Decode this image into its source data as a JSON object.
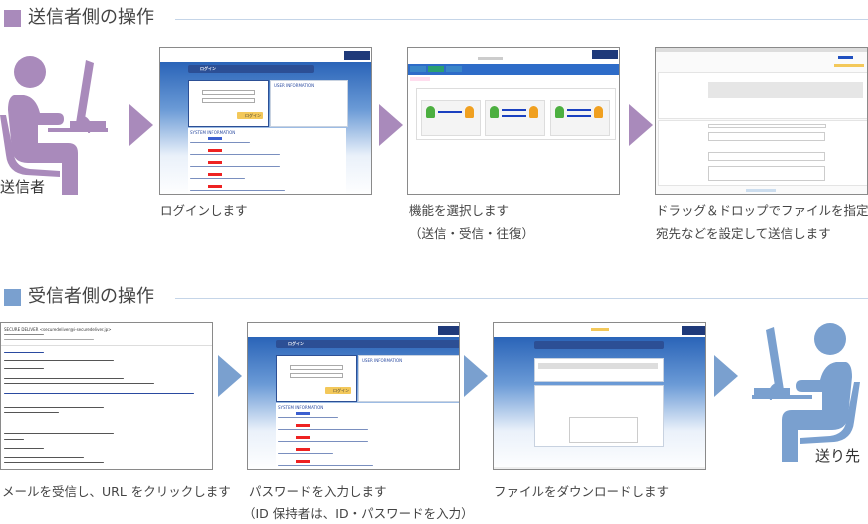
{
  "colors": {
    "sender": "#a98abb",
    "receiver": "#7aa0cf",
    "divider": "#c5d5e8"
  },
  "sender_section": {
    "title": "送信者側の操作",
    "actor_label": "送信者",
    "actor_icon": "person-at-computer-icon",
    "steps": [
      {
        "caption_lines": [
          "ログインします"
        ],
        "screen": {
          "heading": "ログイン",
          "user_info": "USER INFORMATION",
          "system_info": "SYSTEM INFORMATION",
          "button": "ログイン"
        }
      },
      {
        "caption_lines": [
          "機能を選択します",
          "（送信・受信・往復）"
        ]
      },
      {
        "caption_lines": [
          "ドラッグ＆ドロップでファイルを指定",
          "宛先などを設定して送信します"
        ]
      }
    ]
  },
  "receiver_section": {
    "title": "受信者側の操作",
    "actor_label": "送り先",
    "actor_icon": "person-at-computer-icon",
    "steps": [
      {
        "caption_lines": [
          "メールを受信し、URL をクリックします"
        ],
        "screen": {
          "from": "SECURE DELIVER <securedeliver@i-securedeliver.jp>"
        }
      },
      {
        "caption_lines": [
          "パスワードを入力します",
          "（ID 保持者は、ID・パスワードを入力）"
        ],
        "screen": {
          "heading": "ログイン",
          "user_info": "USER INFORMATION",
          "system_info": "SYSTEM INFORMATION",
          "button": "ログイン"
        }
      },
      {
        "caption_lines": [
          "ファイルをダウンロードします"
        ]
      }
    ]
  }
}
